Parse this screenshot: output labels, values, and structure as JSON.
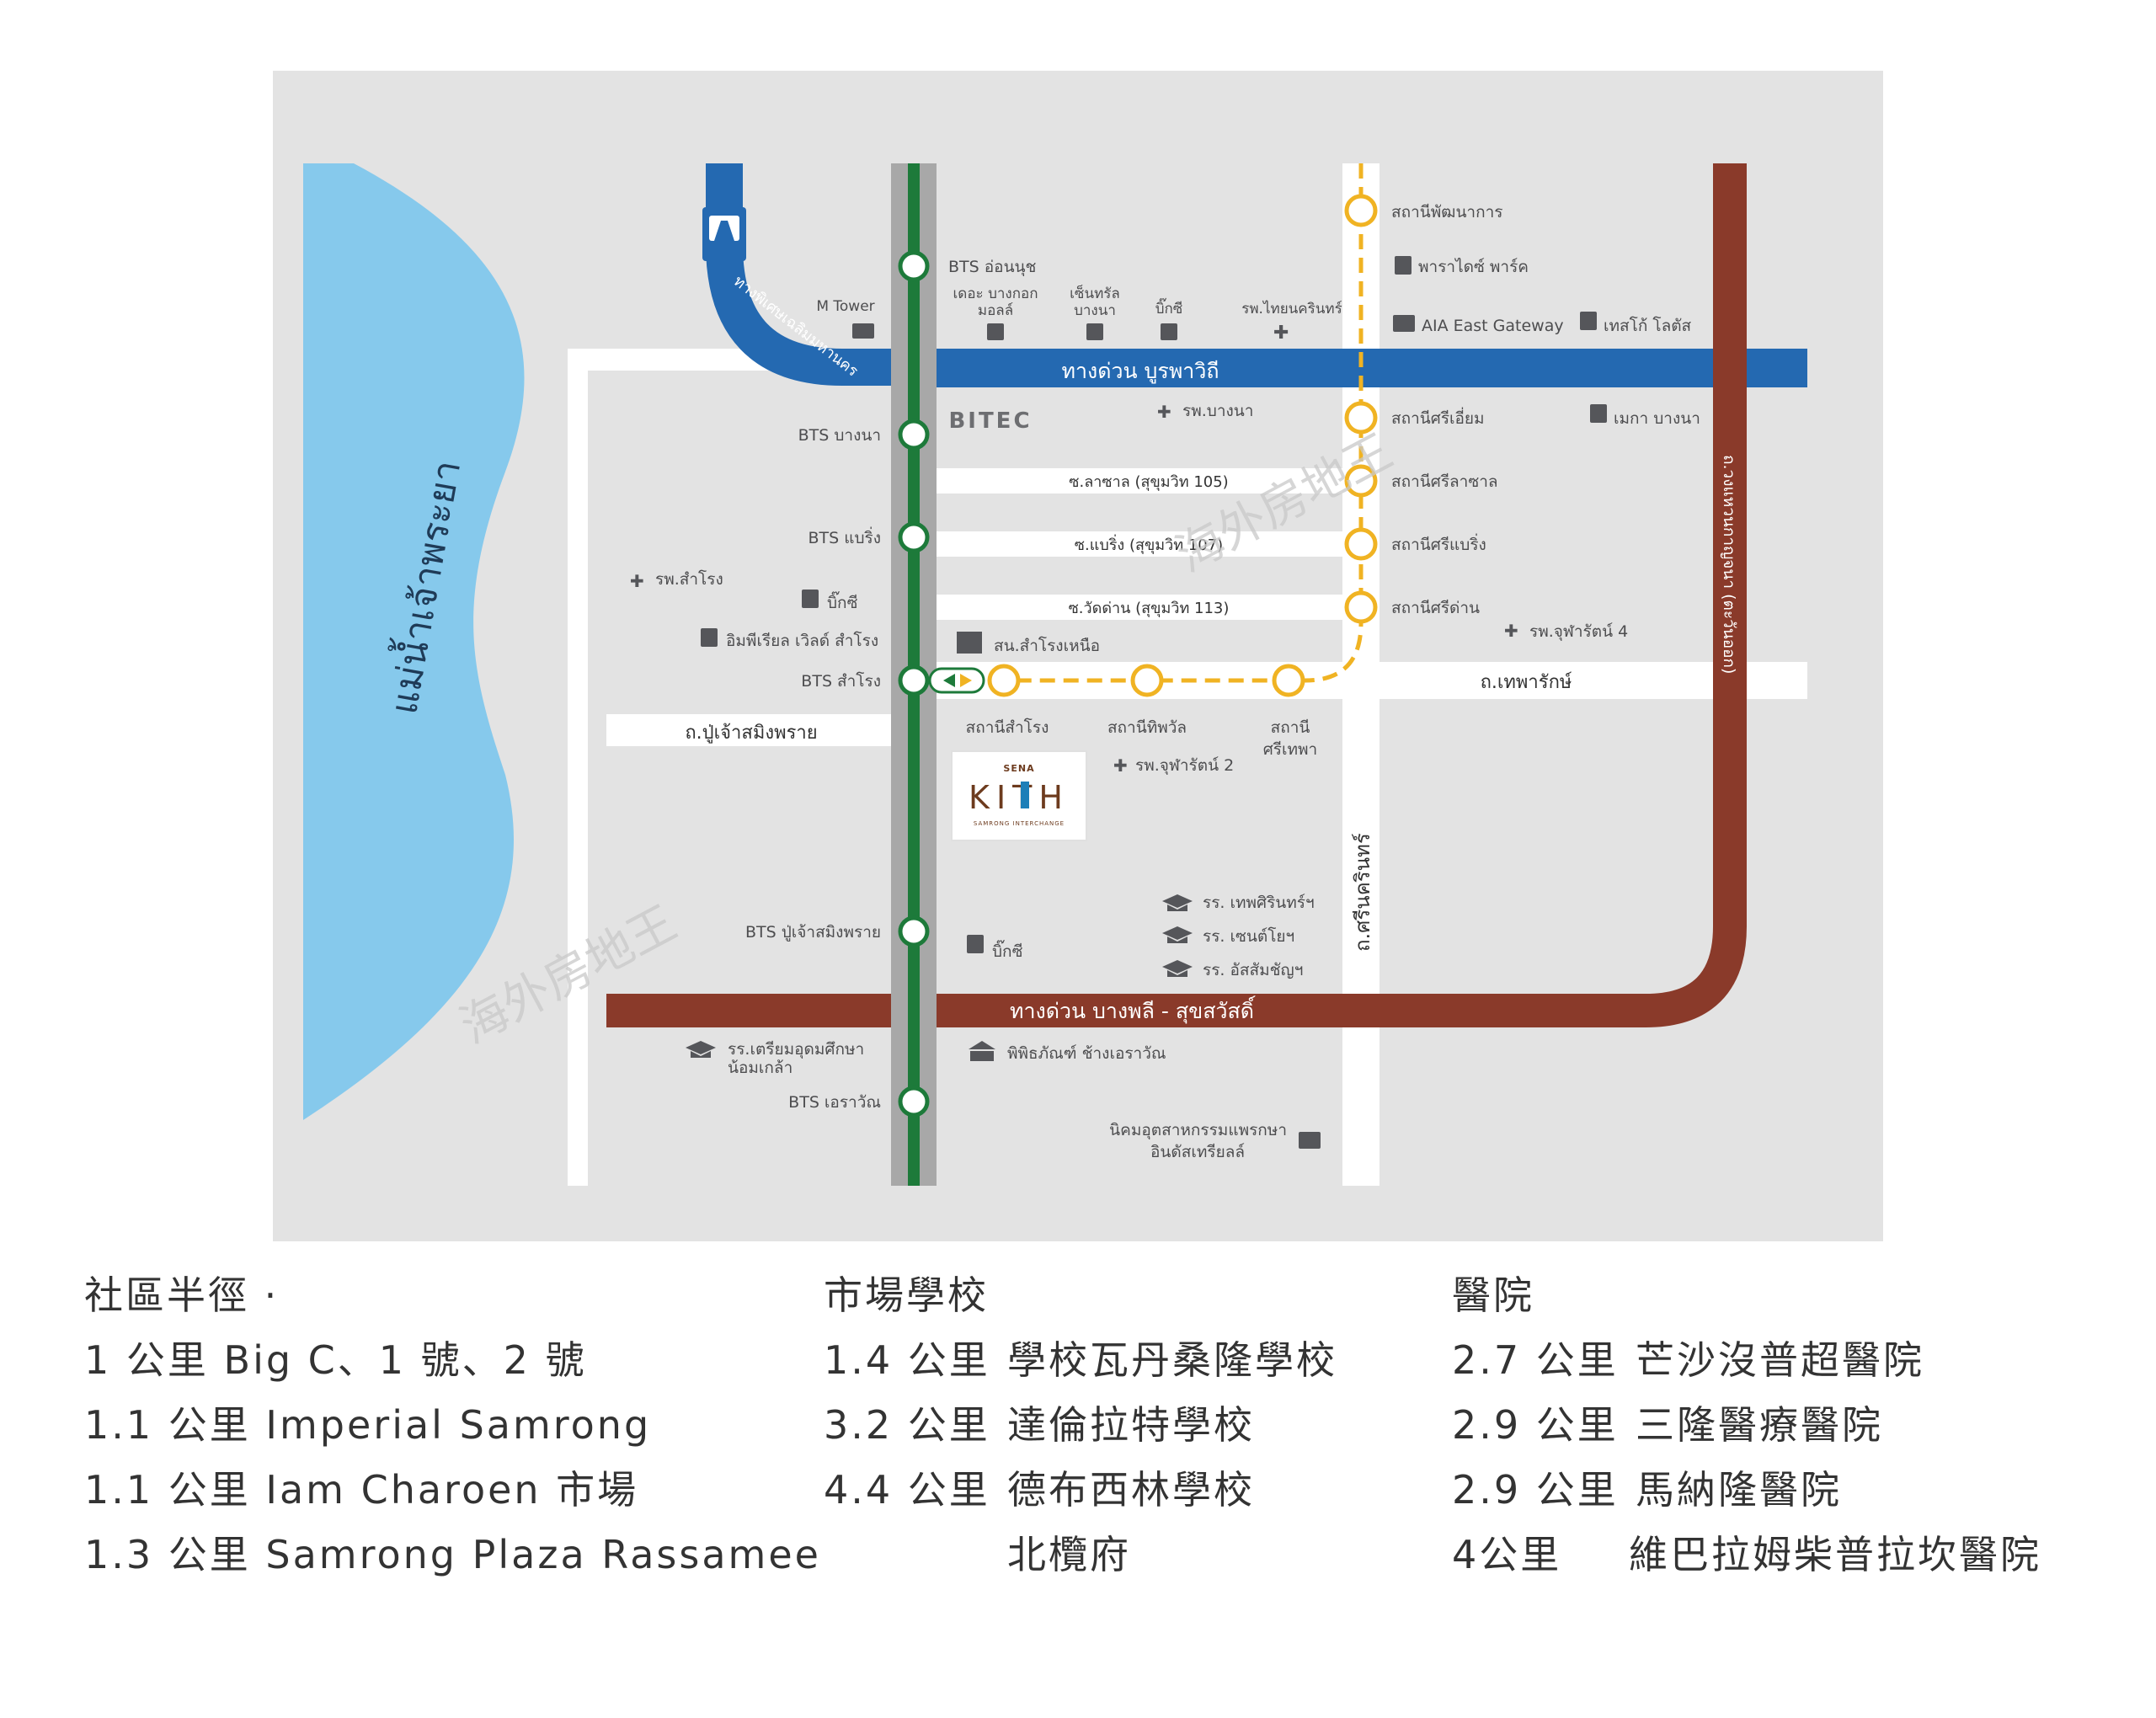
{
  "map": {
    "highways": {
      "burapha": "ทางด่วน บูรพาวิถี",
      "bangphli": "ทางด่วน บางพลี - สุขสวัสดิ์",
      "chalerm": "ทางพิเศษเฉลิมมหานคร",
      "kanchana": "ถ.วงแหวนกาญจนา (ตะวันออก)"
    },
    "river": "แม่น้ำเจ้าพระยา",
    "roads": {
      "soi105": "ซ.ลาซาล (สุขุมวิท 105)",
      "soi107": "ซ.แบริ่ง (สุขุมวิท 107)",
      "soi113": "ซ.วัดด่าน (สุขุมวิท 113)",
      "theparak": "ถ.เทพารักษ์",
      "pucha": "ถ.ปู่เจ้าสมิงพราย",
      "srinakarin": "ถ.ศรีนครินทร์"
    },
    "bts": {
      "onnut": "BTS อ่อนนุช",
      "bangna": "BTS บางนา",
      "bearing": "BTS แบริ่ง",
      "samrong": "BTS สำโรง",
      "pucha": "BTS ปู่เจ้าสมิงพราย",
      "erawan": "BTS เอราวัณ"
    },
    "yellow": {
      "phatthanakan": "สถานีพัฒนาการ",
      "srilam": "สถานีศรีเอี่ยม",
      "srilasal": "สถานีศรีลาซาล",
      "sribearing": "สถานีศรีแบริ่ง",
      "sridan": "สถานีศรีด่าน",
      "samrong": "สถานีสำโรง",
      "thipphawan": "สถานีทิพวัล",
      "sritepha1": "สถานี",
      "sritepha2": "ศรีเทพา"
    },
    "poi": {
      "mtower": "M Tower",
      "bangkapi1": "เดอะ บางกอก",
      "bangkapi2": "มอลล์",
      "central1": "เซ็นทรัล",
      "central2": "บางนา",
      "bigc1": "บิ๊กซี",
      "thainakarin": "รพ.ไทยนครินทร์",
      "paradise": "พาราไดซ์ พาร์ค",
      "aia": "AIA East Gateway",
      "lotus": "เทสโก้ โลตัส",
      "bitec": "BITEC",
      "bangna_hosp": "รพ.บางนา",
      "mega": "เมกา บางนา",
      "samrong_hosp": "รพ.สำโรง",
      "bigc2": "บิ๊กซี",
      "imperial": "อิมพีเรียล เวิลด์ สำโรง",
      "district": "สน.สำโรงเหนือ",
      "chularat4": "รพ.จุฬารัตน์ 4",
      "chularat2": "รพ.จุฬารัตน์ 2",
      "thepsirin": "รร. เทพศิรินทร์ฯ",
      "stjoseph": "รร. เซนต์โยฯ",
      "assumption": "รร. อัสสัมชัญฯ",
      "bigc3": "บิ๊กซี",
      "triamudom1": "รร.เตรียมอุดมศึกษา",
      "triamudom2": "น้อมเกล้า",
      "museum": "พิพิธภัณฑ์ ช้างเอราวัณ",
      "industrial1": "นิคมอุตสาหกรรมแพรกษา",
      "industrial2": "อินดัสเทรียลล์"
    },
    "kith": {
      "brand": "SENA",
      "name": "KITH",
      "sub": "SAMRONG INTERCHANGE"
    },
    "watermark": "海外房地王"
  },
  "legend": {
    "community": {
      "title": "社區半徑 ·",
      "items": [
        {
          "dist": "1 公里",
          "name": "Big C、1 號、2 號"
        },
        {
          "dist": "1.1 公里",
          "name": "Imperial Samrong"
        },
        {
          "dist": "1.1 公里",
          "name": "Iam Charoen 市場"
        },
        {
          "dist": "1.3 公里",
          "name": "Samrong Plaza Rassamee"
        }
      ]
    },
    "schools": {
      "title": "市場學校",
      "items": [
        {
          "dist": "1.4 公里",
          "name": "學校瓦丹桑隆學校"
        },
        {
          "dist": "3.2 公里",
          "name": "達倫拉特學校"
        },
        {
          "dist": "4.4 公里",
          "name": "德布西林學校"
        },
        {
          "dist": "",
          "name": "北欖府"
        }
      ]
    },
    "hospitals": {
      "title": "醫院",
      "items": [
        {
          "dist": "2.7 公里",
          "name": "芒沙沒普超醫院"
        },
        {
          "dist": "2.9 公里",
          "name": "三隆醫療醫院"
        },
        {
          "dist": "2.9 公里",
          "name": "馬納隆醫院"
        },
        {
          "dist": "4公里",
          "name": "維巴拉姆柴普拉坎醫院"
        }
      ]
    }
  },
  "colors": {
    "map_bg": "#e3e3e3",
    "river": "#86c9ec",
    "bts_green": "#1d7a3a",
    "yellow_line": "#f0b323",
    "burapha_blue": "#2469b1",
    "bangphli_brown": "#8a3a2a"
  }
}
